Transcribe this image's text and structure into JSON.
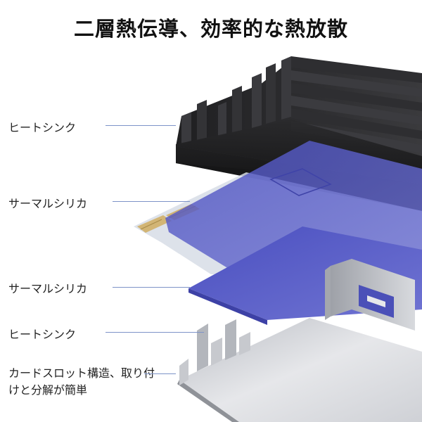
{
  "title": "二層熱伝導、効率的な熱放散",
  "labels": [
    {
      "text": "ヒートシンク"
    },
    {
      "text": "サーマルシリカ"
    },
    {
      "text": "サーマルシリカ"
    },
    {
      "text": "ヒートシンク"
    },
    {
      "text": "カードスロット構造、取り付けと分解が簡単"
    }
  ],
  "colors": {
    "heatsink_top": "#2c2c2e",
    "thermal_pad": "#5b5fc7",
    "heatsink_bottom": "#c9cbd0",
    "leader_line": "#7d93c8"
  }
}
